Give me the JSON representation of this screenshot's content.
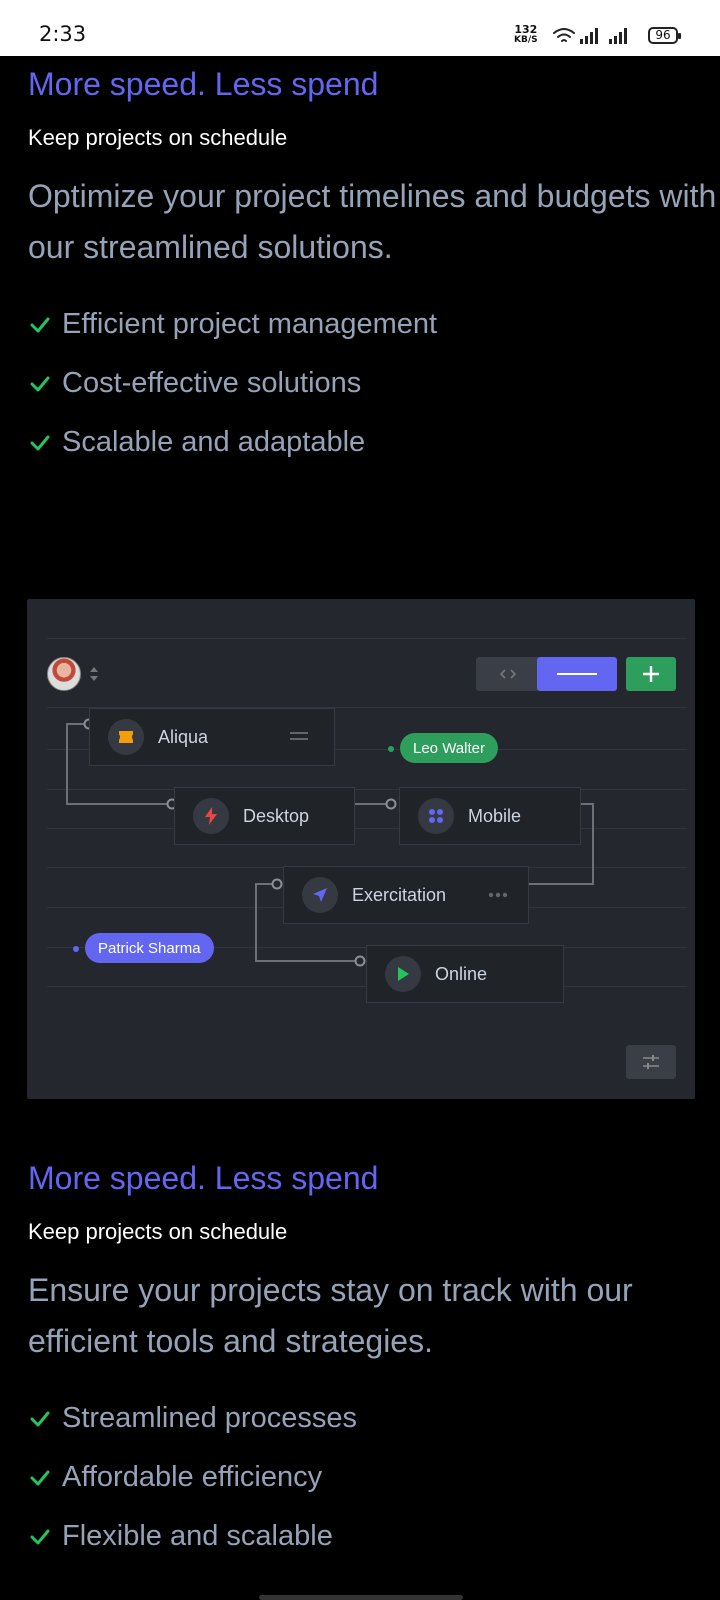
{
  "status_bar": {
    "time": "2:33",
    "net_speed_value": "132",
    "net_speed_unit": "KB/S",
    "battery": "96"
  },
  "section1": {
    "heading": "More speed. Less spend",
    "subheading": "Keep projects on schedule",
    "lead": "Optimize your project timelines and budgets with our streamlined solutions.",
    "features": [
      "Efficient project management",
      "Cost-effective solutions",
      "Scalable and adaptable"
    ]
  },
  "illustration": {
    "nodes": [
      {
        "label": "Aliqua",
        "icon": "ticket-icon",
        "color": "#f59e0b"
      },
      {
        "label": "Desktop",
        "icon": "bolt-icon",
        "color": "#ef4444"
      },
      {
        "label": "Mobile",
        "icon": "grid-dots-icon",
        "color": "#6366f1"
      },
      {
        "label": "Exercitation",
        "icon": "navigation-arrow-icon",
        "color": "#6366f1"
      },
      {
        "label": "Online",
        "icon": "play-icon",
        "color": "#22c55e"
      }
    ],
    "tags": [
      {
        "label": "Leo Walter",
        "color": "#2e9e5c"
      },
      {
        "label": "Patrick Sharma",
        "color": "#6366f1"
      }
    ]
  },
  "section2": {
    "heading": "More speed. Less spend",
    "subheading": "Keep projects on schedule",
    "lead": "Ensure your projects stay on track with our efficient tools and strategies.",
    "features": [
      "Streamlined processes",
      "Affordable efficiency",
      "Flexible and scalable"
    ]
  },
  "colors": {
    "accent": "#6366f1",
    "check": "#22c55e",
    "muted_text": "#94a3b8"
  }
}
